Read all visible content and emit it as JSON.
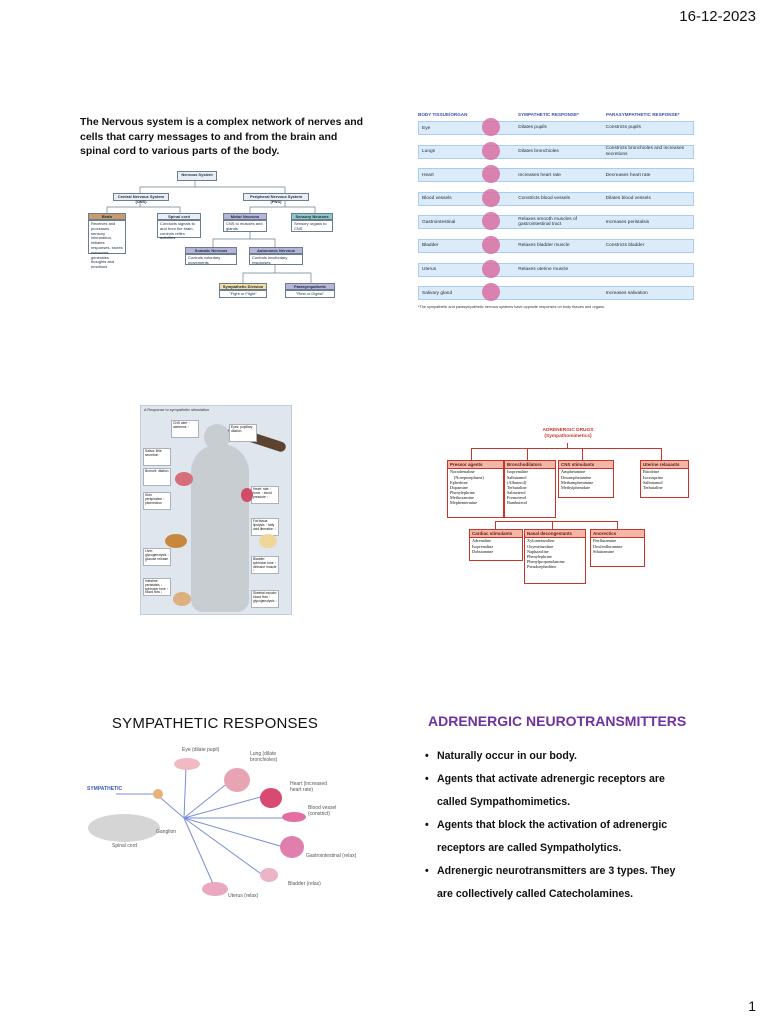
{
  "page": {
    "date": "16-12-2023",
    "number": "1"
  },
  "slide1": {
    "text": "The Nervous system is a complex network of nerves and cells that carry messages to and from the brain and spinal cord to various parts of the body.",
    "diagram": {
      "root": "Nervous System",
      "cns": "Central Nervous System (CNS)",
      "pns": "Peripheral Nervous System (PNS)",
      "brain": "Brain",
      "brain_desc": "Receives and processes sensory information, initiates responses, stores memories, generates thoughts and emotions",
      "spinal": "Spinal cord",
      "spinal_desc": "Conducts signals to and from the brain, controls reflex activities",
      "motor": "Motor Neurons",
      "motor_desc": "CNS to muscles and glands",
      "sensory": "Sensory Neurons",
      "sensory_desc": "Sensory organs to CNS",
      "somatic": "Somatic Nervous System",
      "somatic_desc": "Controls voluntary movements",
      "autonomic": "Autonomic Nervous System",
      "autonomic_desc": "Controls involuntary responses",
      "symp": "Sympathetic Division",
      "symp_desc": "\"Fight or Flight\"",
      "para": "Parasympathetic Division",
      "para_desc": "\"Rest or Digest\""
    }
  },
  "slide2": {
    "headers": {
      "organ": "BODY TISSUE/ORGAN",
      "symp": "SYMPATHETIC RESPONSE*",
      "para": "PARASYMPATHETIC RESPONSE*"
    },
    "rows": [
      {
        "organ": "Eye",
        "symp": "Dilates pupils",
        "para": "Constricts pupils"
      },
      {
        "organ": "Lungs",
        "symp": "Dilates bronchioles",
        "para": "Constricts bronchioles and increases secretions"
      },
      {
        "organ": "Heart",
        "symp": "Increases heart rate",
        "para": "Decreases heart rate"
      },
      {
        "organ": "Blood vessels",
        "symp": "Constricts blood vessels",
        "para": "Dilates blood vessels"
      },
      {
        "organ": "Gastrointestinal",
        "symp": "Relaxes smooth muscles of gastrointestinal tract",
        "para": "Increases peristalsis"
      },
      {
        "organ": "Bladder",
        "symp": "Relaxes bladder muscle",
        "para": "Constricts bladder"
      },
      {
        "organ": "Uterus",
        "symp": "Relaxes uterine muscle",
        "para": ""
      },
      {
        "organ": "Salivary gland",
        "symp": "",
        "para": "Increases salivation"
      }
    ],
    "footnote": "*The sympathetic and parasympathetic nervous systems have opposite responses on body tissues and organs."
  },
  "slide3": {
    "caption": "A Response to sympathetic stimulation",
    "labels": {
      "cns": "CNS alert ↑ alertness ↑",
      "eyes": "Eyes: pupillary dilation",
      "saliva": "Saliva: little secretion",
      "bronchi": "Bronchi: dilation",
      "heart": "Heart: rate ↑ force ↑ blood pressure ↑",
      "skin": "Skin: perspiration ↑ piloerection",
      "fat": "Fat tissue: lipolysis ↑ fatty acid liberation ↑",
      "liver": "Liver: glycogenolysis ↑ glucose release ↑",
      "bladder": "Bladder: sphincter tone ↑ detrusor muscle ↓",
      "gut": "Intestine: peristalsis ↓ sphincter tone ↑ blood flow ↓",
      "skeletal": "Skeletal muscle: blood flow ↑ glycogenolysis ↑"
    }
  },
  "slide4": {
    "title_line1": "ADRENERGIC DRUGS",
    "title_line2": "(Sympathomimetics)",
    "groups": [
      {
        "title": "Pressor agents",
        "items": [
          "Noradrenaline",
          "(Norepinephrine)",
          "Ephedrine",
          "Dopamine",
          "Phenylephrine",
          "Methoxamine",
          "Mephentermine"
        ]
      },
      {
        "title": "Bronchodilators",
        "items": [
          "Isoprenaline",
          "Salbutamol",
          "(Albuterol)",
          "Terbutaline",
          "Salmeterol",
          "Formoterol",
          "Bambuterol"
        ]
      },
      {
        "title": "CNS stimulants",
        "items": [
          "Amphetamine",
          "Dexamphetamine",
          "Methamphetamine",
          "Methylphenidate"
        ]
      },
      {
        "title": "Uterine relaxants",
        "items": [
          "Ritodrine",
          "Isoxsuprine",
          "Salbutamol",
          "Terbutaline"
        ]
      },
      {
        "title": "Cardiac stimulants",
        "items": [
          "Adrenaline",
          "Isoprenaline",
          "Dobutamine"
        ]
      },
      {
        "title": "Nasal decongestants",
        "items": [
          "Xylometazoline",
          "Oxymetazoline",
          "Naphazoline",
          "Phenylephrine",
          "Phenylpropanolamine",
          "Pseudoephedrine"
        ]
      },
      {
        "title": "Anorectics",
        "items": [
          "Fenfluramine",
          "Dexfenfluramine",
          "Sibutramine"
        ]
      }
    ]
  },
  "slide5": {
    "title": "SYMPATHETIC RESPONSES",
    "tag": "SYMPATHETIC",
    "labels": {
      "eye": "Eye (dilate pupil)",
      "lung": "Lung (dilate bronchioles)",
      "heart": "Heart (increased heart rate)",
      "vessel": "Blood vessel (constrict)",
      "gi": "Gastrointestinal (relax)",
      "bladder": "Bladder (relax)",
      "uterus": "Uterus (relax)",
      "ganglion": "Ganglion",
      "cord": "Spinal cord"
    },
    "colors": {
      "tag": "#3a5bb5",
      "arrow": "#7b8fd6",
      "organ": "#e06fa5"
    }
  },
  "slide6": {
    "title": "ADRENERGIC NEUROTRANSMITTERS",
    "title_color": "#7030a0",
    "bullets": [
      "Naturally occur in our body.",
      "Agents that activate adrenergic receptors are",
      "called Sympathomimetics.",
      "Agents that block the activation of adrenergic",
      "receptors are called Sympatholytics.",
      "Adrenergic neurotransmitters are 3 types. They",
      "are collectively called Catecholamines."
    ]
  }
}
